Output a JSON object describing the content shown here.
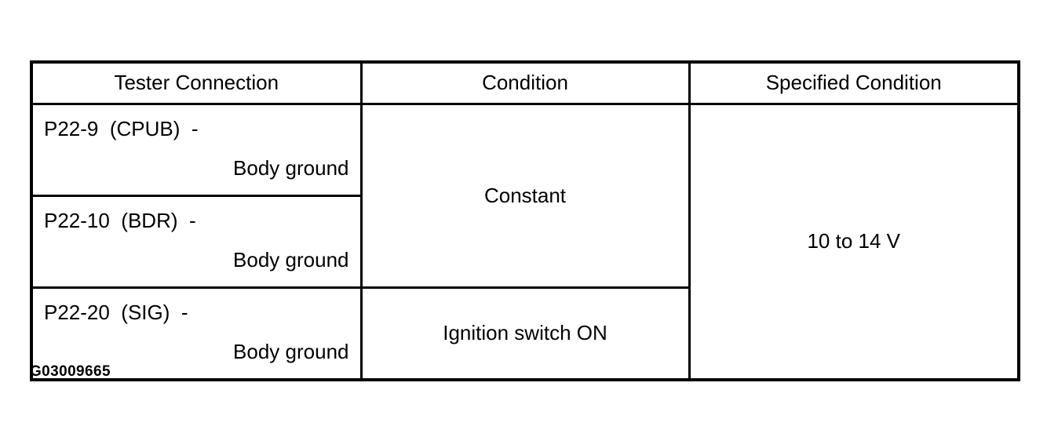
{
  "figure": {
    "caption": "G03009665"
  },
  "table": {
    "headers": {
      "tester_connection": "Tester Connection",
      "condition": "Condition",
      "specified_condition": "Specified Condition"
    },
    "rows": [
      {
        "tester_terminal": "P22-9  (CPUB)  -",
        "tester_ground": "Body ground"
      },
      {
        "tester_terminal": "P22-10  (BDR)  -",
        "tester_ground": "Body ground"
      },
      {
        "tester_terminal": "P22-20  (SIG)  -",
        "tester_ground": "Body ground"
      }
    ],
    "conditions": {
      "constant": "Constant",
      "ignition_switch_on": "Ignition switch ON"
    },
    "specified": {
      "voltage_range": "10 to 14 V"
    }
  },
  "colors": {
    "border": "#000000",
    "text": "#000000",
    "background": "#ffffff"
  }
}
